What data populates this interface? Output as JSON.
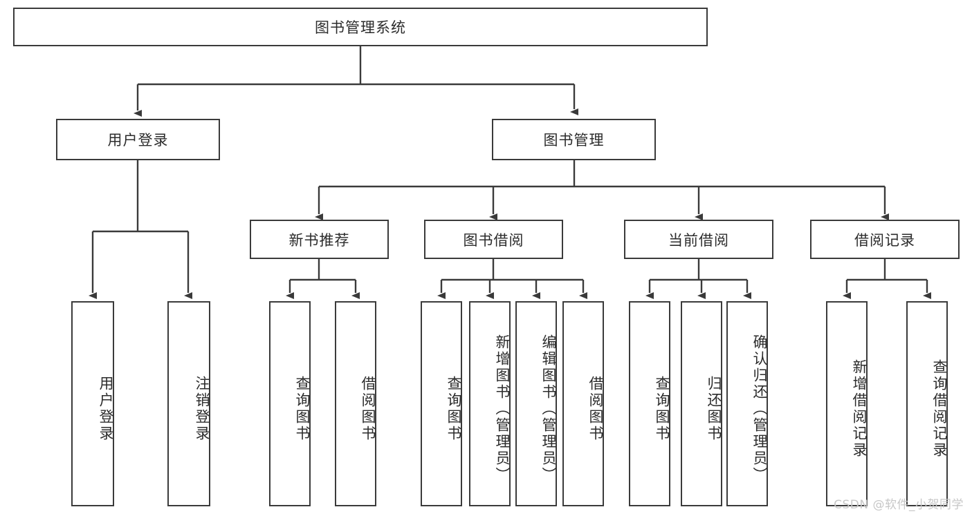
{
  "diagram": {
    "type": "tree-flowchart",
    "root": {
      "label": "图书管理系统"
    },
    "level2": [
      {
        "label": "用户登录"
      },
      {
        "label": "图书管理"
      }
    ],
    "level3": [
      {
        "label": "新书推荐"
      },
      {
        "label": "图书借阅"
      },
      {
        "label": "当前借阅"
      },
      {
        "label": "借阅记录"
      }
    ],
    "leaves": {
      "user_login": [
        {
          "label": "用户登录"
        },
        {
          "label": "注销登录"
        }
      ],
      "new_book_recommend": [
        {
          "label": "查询图书"
        },
        {
          "label": "借阅图书"
        }
      ],
      "book_borrow": [
        {
          "label": "查询图书"
        },
        {
          "label": "新增图书（管理员）"
        },
        {
          "label": "编辑图书（管理员）"
        },
        {
          "label": "借阅图书"
        }
      ],
      "current_borrow": [
        {
          "label": "查询图书"
        },
        {
          "label": "归还图书"
        },
        {
          "label": "确认归还（管理员）"
        }
      ],
      "borrow_record": [
        {
          "label": "新增借阅记录"
        },
        {
          "label": "查询借阅记录"
        }
      ]
    }
  },
  "colors": {
    "stroke": "#3a3a3a",
    "text": "#2b2b2b",
    "background": "#ffffff",
    "watermark": "#c7c7c7"
  },
  "watermark": {
    "text": "CSDN @软件_小贺同学"
  }
}
